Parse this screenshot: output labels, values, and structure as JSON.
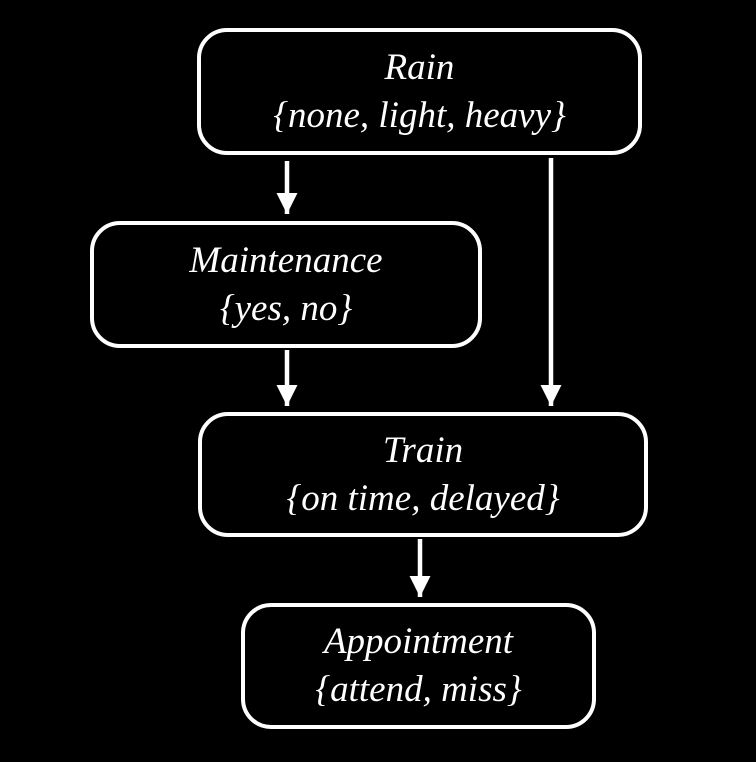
{
  "diagram": {
    "kind": "bayesian-network",
    "background_color": "#000000",
    "node_border_color": "#ffffff",
    "text_color": "#ffffff",
    "arrow_color": "#ffffff",
    "nodes": [
      {
        "id": "rain",
        "label": "Rain",
        "states": "{none, light, heavy}"
      },
      {
        "id": "maintenance",
        "label": "Maintenance",
        "states": "{yes, no}"
      },
      {
        "id": "train",
        "label": "Train",
        "states": "{on time, delayed}"
      },
      {
        "id": "appointment",
        "label": "Appointment",
        "states": "{attend, miss}"
      }
    ],
    "edges": [
      {
        "from": "rain",
        "to": "maintenance"
      },
      {
        "from": "rain",
        "to": "train"
      },
      {
        "from": "maintenance",
        "to": "train"
      },
      {
        "from": "train",
        "to": "appointment"
      }
    ]
  }
}
